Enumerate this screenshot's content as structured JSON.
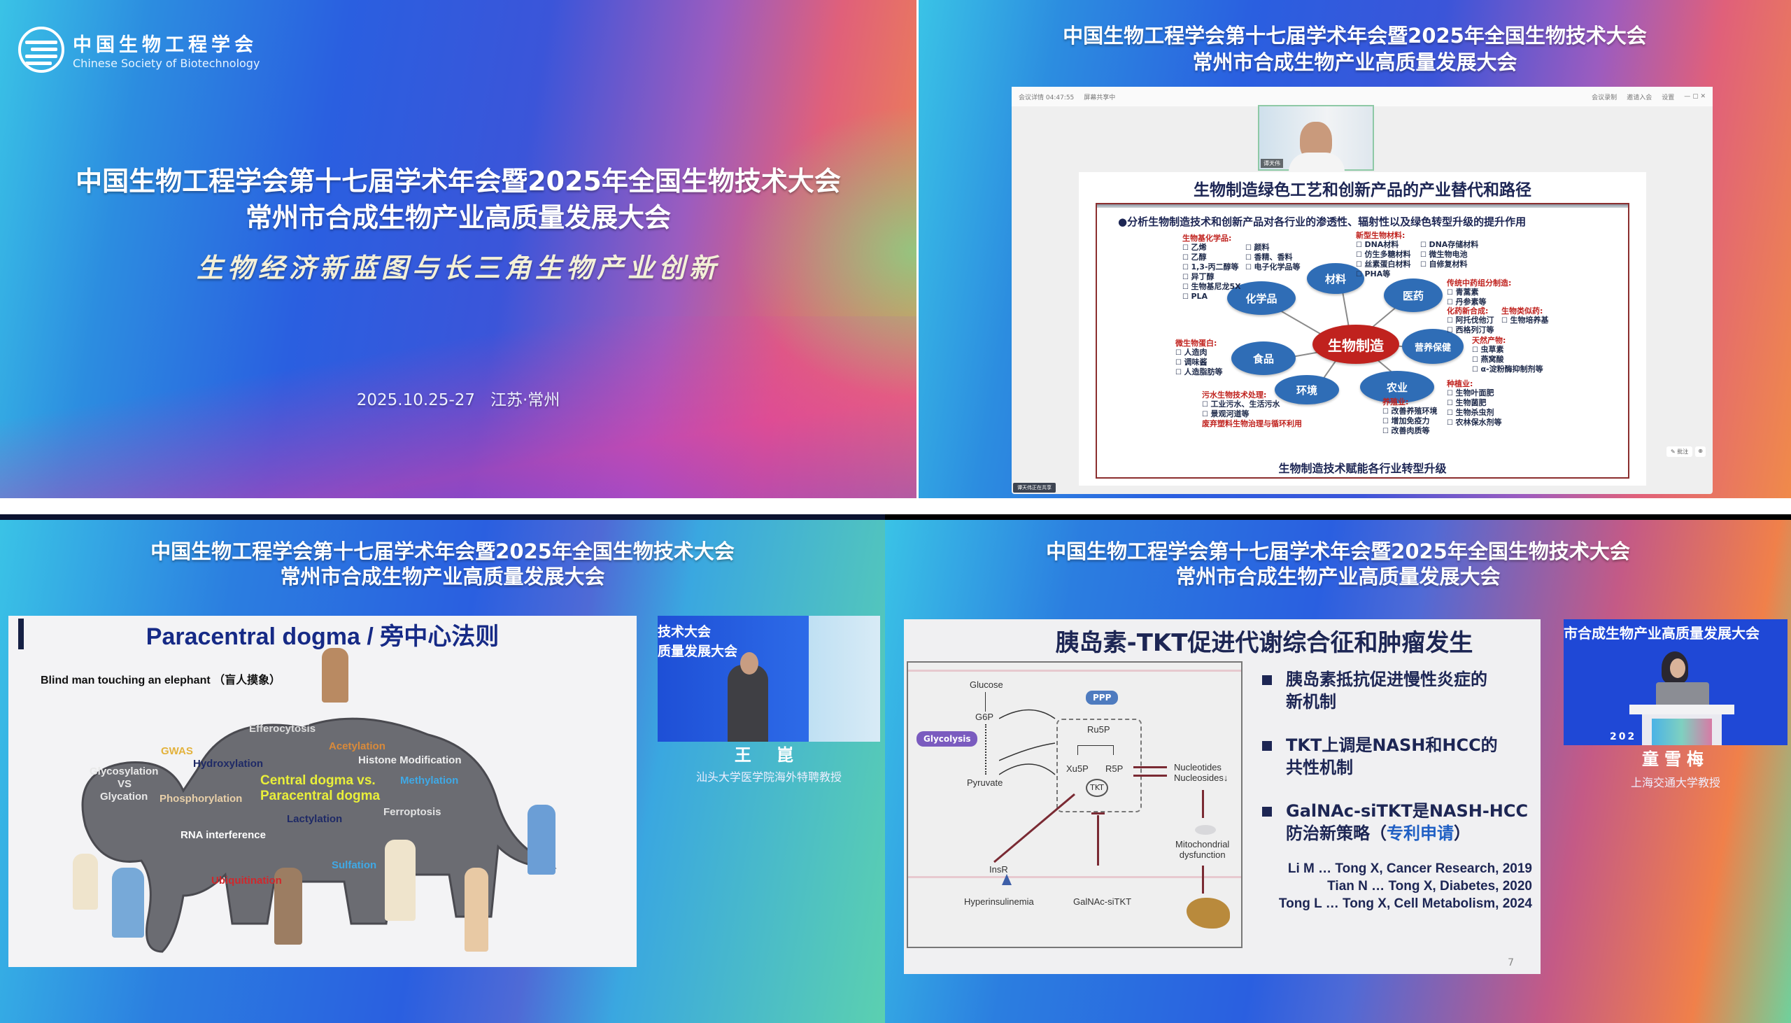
{
  "event": {
    "title_line1": "中国生物工程学会第十七届学术年会暨2025年全国生物技术大会",
    "title_line2": "常州市合成生物产业高质量发展大会",
    "theme": "生物经济新蓝图与长三角生物产业创新",
    "date_place": "2025.10.25-27   江苏·常州",
    "org_name_cn": "中国生物工程学会",
    "org_name_en": "Chinese Society of Biotechnology"
  },
  "panel_tr": {
    "toolbar_left": "会议详情  04:47:55",
    "toolbar_share": "屏幕共享中",
    "toolbar_right": [
      "会议录制",
      "邀请入会",
      "设置"
    ],
    "presenter_tag": "谭天伟",
    "slide_title": "生物制造绿色工艺和创新产品的产业替代和路径",
    "bullet": "●分析生物制造技术和创新产品对各行业的渗透性、辐射性以及绿色转型升级的提升作用",
    "center": "生物制造",
    "nodes": [
      "材料",
      "医药",
      "营养保健",
      "农业",
      "环境",
      "食品",
      "化学品"
    ],
    "categories": [
      {
        "title": "生物基化学品:",
        "items": [
          "乙烯",
          "乙醇",
          "1,3-丙二醇等",
          "异丁醇",
          "生物基尼龙5X",
          "PLA"
        ]
      },
      {
        "title": "",
        "items": [
          "颜料",
          "香精、香料",
          "电子化学品等"
        ]
      },
      {
        "title": "新型生物材料:",
        "items": [
          "DNA材料",
          "仿生多糖材料",
          "丝素蛋白材料",
          "PHA等"
        ]
      },
      {
        "title": "",
        "items": [
          "DNA存储材料",
          "微生物电池",
          "自修复材料"
        ]
      },
      {
        "title": "传统中药组分制造:",
        "items": [
          "青蒿素",
          "丹参素等"
        ]
      },
      {
        "title": "化药新合成:",
        "items": [
          "阿托伐他汀",
          "西格列汀等"
        ]
      },
      {
        "title": "生物类似药:",
        "items": [
          "生物培养基"
        ]
      },
      {
        "title": "天然产物:",
        "items": [
          "虫草素",
          "燕窝酸",
          "α-淀粉酶抑制剂等"
        ]
      },
      {
        "title": "种植业:",
        "items": [
          "生物叶面肥",
          "生物菌肥",
          "生物杀虫剂",
          "农林保水剂等"
        ]
      },
      {
        "title": "养殖业:",
        "items": [
          "改善养殖环境",
          "增加免疫力",
          "改善肉质等"
        ]
      },
      {
        "title": "污水生物技术处理:",
        "items": [
          "工业污水、生活污水",
          "景观河道等"
        ]
      },
      {
        "title": "微生物蛋白:",
        "items": [
          "人造肉",
          "调味酱",
          "人造脂肪等"
        ]
      }
    ],
    "plastic_note": "废弃塑料生物治理与循环利用",
    "footer": "生物制造技术赋能各行业转型升级",
    "annotate_btn": "批注",
    "bottom_status": "谭天伟正在共享"
  },
  "panel_bl": {
    "slide_title": "Paracentral dogma / 旁中心法则",
    "subtitle": "Blind man touching an elephant （盲人摸象）",
    "labels": [
      {
        "text": "Efferocytosis",
        "color": "#dcdcdc"
      },
      {
        "text": "GWAS",
        "color": "#e3b23c"
      },
      {
        "text": "Acetylation",
        "color": "#d98a3a"
      },
      {
        "text": "Hydroxylation",
        "color": "#1f2a66"
      },
      {
        "text": "Histone Modification",
        "color": "#eeeeee"
      },
      {
        "text": "Glycosylation",
        "color": "#e8e8e8"
      },
      {
        "text": "VS",
        "color": "#e8e8e8"
      },
      {
        "text": "Glycation",
        "color": "#e8e8e8"
      },
      {
        "text": "Central dogma vs.",
        "color": "#e9ef3a"
      },
      {
        "text": "Paracentral dogma",
        "color": "#e9ef3a"
      },
      {
        "text": "Methylation",
        "color": "#3fa9e6"
      },
      {
        "text": "Phosphorylation",
        "color": "#e8cfa8"
      },
      {
        "text": "Ferroptosis",
        "color": "#e2e2e2"
      },
      {
        "text": "Lactylation",
        "color": "#1f2a66"
      },
      {
        "text": "RNA interference",
        "color": "#ffffff"
      },
      {
        "text": "Sulfation",
        "color": "#3fa9e6"
      },
      {
        "text": "Ubiquitination",
        "color": "#d0282c"
      }
    ],
    "video_banner": [
      "技术大会",
      "质量发展大会"
    ],
    "speaker_name": "王 崑",
    "speaker_title": "汕头大学医学院海外特聘教授"
  },
  "panel_br": {
    "slide_title": "胰岛素-TKT促进代谢综合征和肿瘤发生",
    "pathway": {
      "glucose": "Glucose",
      "g6p": "G6P",
      "pyruvate": "Pyruvate",
      "glycolysis": "Glycolysis",
      "ppp": "PPP",
      "ru5p": "Ru5P",
      "xu5p": "Xu5P",
      "r5p": "R5P",
      "tkt": "TKT",
      "nucleotides": "Nucleotides",
      "nucleosides": "Nucleosides↓",
      "mito1": "Mitochondrial",
      "mito2": "dysfunction",
      "insr": "InsR",
      "hyper": "Hyperinsulinemia",
      "galnac": "GalNAc-siTKT"
    },
    "bullets": [
      {
        "line1": "胰岛素抵抗促进慢性炎症的",
        "line2": "新机制"
      },
      {
        "line1": "TKT上调是NASH和HCC的",
        "line2": "共性机制"
      },
      {
        "line1": "GalNAc-siTKT是NASH-HCC",
        "line2a": "防治新策略（",
        "line2b": "专利申请",
        "line2c": "）"
      }
    ],
    "refs": [
      "Li M … Tong X, Cancer Research, 2019",
      "Tian N … Tong X, Diabetes, 2020",
      "Tong L … Tong X, Cell Metabolism, 2024"
    ],
    "page_num": "7",
    "video_banner": "市合成生物产业高质量发展大会",
    "video_year": "202",
    "speaker_name": "童雪梅",
    "speaker_title": "上海交通大学教授"
  }
}
